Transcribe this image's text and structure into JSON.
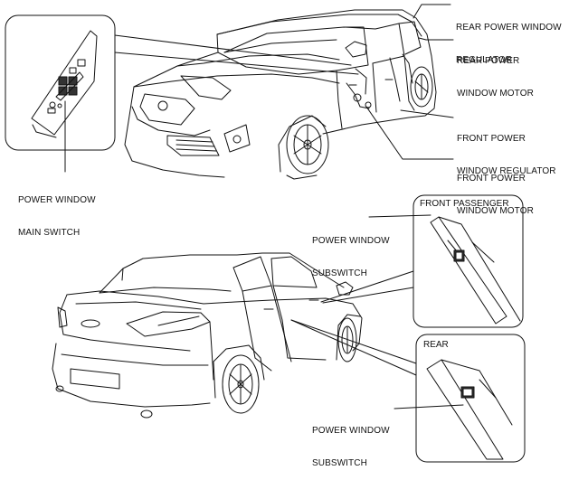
{
  "labels": {
    "rear_regulator": [
      "REAR POWER WINDOW",
      "REGULATOR"
    ],
    "rear_motor": [
      "REAR POWER",
      "WINDOW MOTOR"
    ],
    "front_regulator": [
      "FRONT POWER",
      "WINDOW REGULATOR"
    ],
    "front_motor": [
      "FRONT POWER",
      "WINDOW MOTOR"
    ],
    "main_switch": [
      "POWER WINDOW",
      "MAIN SWITCH"
    ],
    "subswitch_front": [
      "POWER WINDOW",
      "SUBSWITCH"
    ],
    "subswitch_rear": [
      "POWER WINDOW",
      "SUBSWITCH"
    ]
  },
  "insets": {
    "front_passenger_title": "FRONT PASSENGER",
    "rear_title": "REAR"
  }
}
